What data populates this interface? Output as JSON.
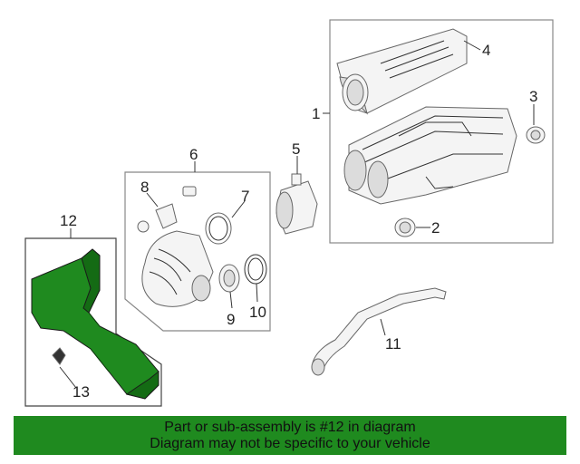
{
  "callouts": {
    "c1": "1",
    "c2": "2",
    "c3": "3",
    "c4": "4",
    "c5": "5",
    "c6": "6",
    "c7": "7",
    "c8": "8",
    "c9": "9",
    "c10": "10",
    "c11": "11",
    "c12": "12",
    "c13": "13"
  },
  "banner": {
    "line1": "Part or sub-assembly is #12 in diagram",
    "line2": "Diagram may not be specific to your vehicle"
  },
  "colors": {
    "highlight": "#1f8a1f",
    "banner": "#1f8a1f"
  }
}
